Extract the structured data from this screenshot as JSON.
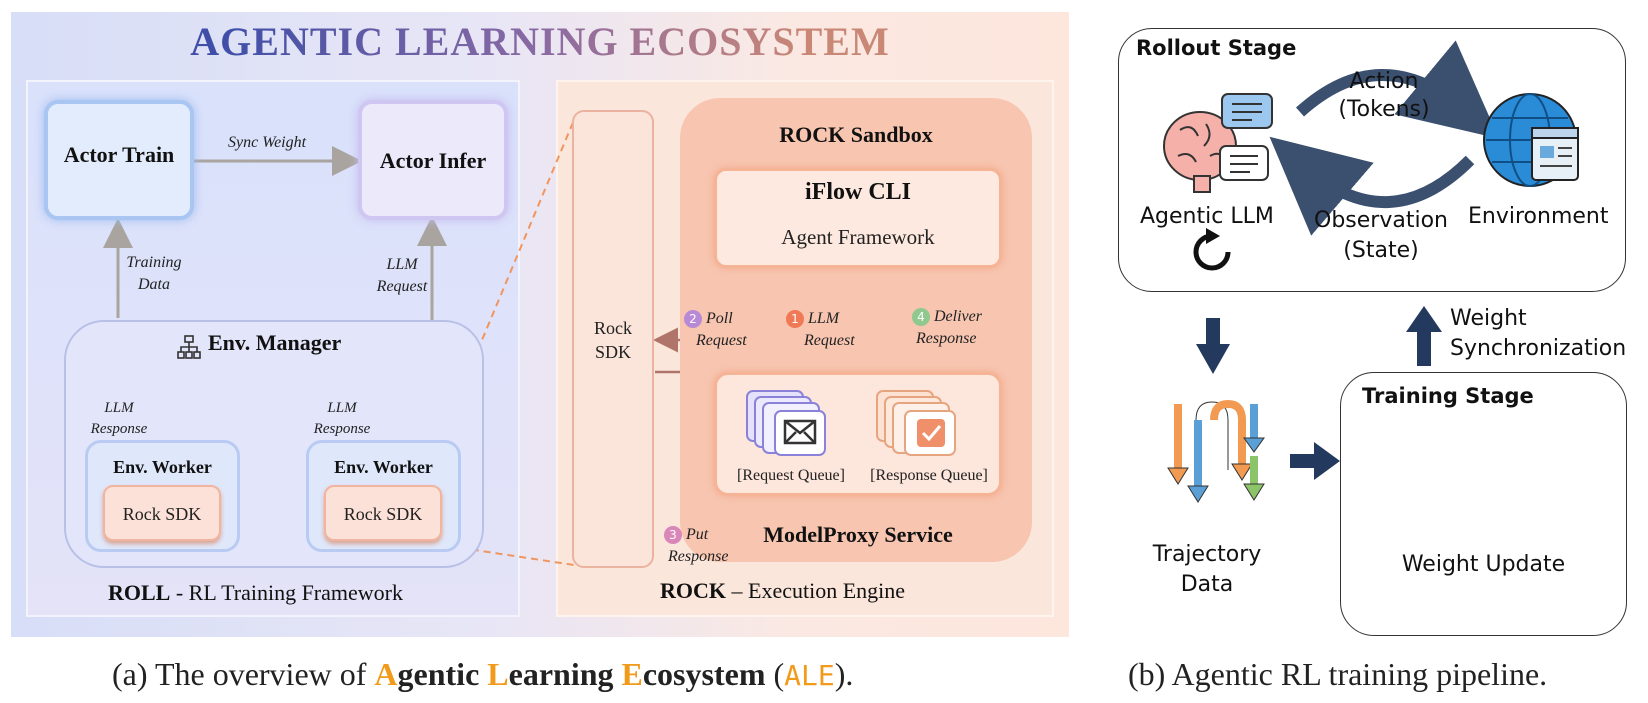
{
  "panel_a": {
    "title": "AGENTIC LEARNING ECOSYSTEM",
    "roll": {
      "actor_train": "Actor Train",
      "actor_infer": "Actor Infer",
      "sync_weight": "Sync Weight",
      "training_data_1": "Training",
      "training_data_2": "Data",
      "llm_request_1": "LLM",
      "llm_request_2": "Request",
      "env_manager": "Env. Manager",
      "llm_response_1": "LLM",
      "llm_response_2": "Response",
      "env_worker": "Env. Worker",
      "rock_sdk": "Rock SDK",
      "footer_bold": "ROLL",
      "footer_rest": " - RL Training Framework"
    },
    "rock": {
      "rock_sdk_1": "Rock",
      "rock_sdk_2": "SDK",
      "sandbox_title": "ROCK Sandbox",
      "iflow_title": "iFlow CLI",
      "iflow_sub": "Agent Framework",
      "step1_num": "1",
      "step1_a": "LLM",
      "step1_b": "Request",
      "step2_num": "2",
      "step2_a": "Poll",
      "step2_b": "Request",
      "step3_num": "3",
      "step3_a": "Put",
      "step3_b": "Response",
      "step4_num": "4",
      "step4_a": "Deliver",
      "step4_b": "Response",
      "request_queue": "[Request Queue]",
      "response_queue": "[Response Queue]",
      "modelproxy": "ModelProxy Service",
      "footer_bold": "ROCK",
      "footer_rest": " – Execution Engine"
    },
    "caption": {
      "pre": "(a) The overview of ",
      "a": "A",
      "gentic": "gentic ",
      "l": "L",
      "earning": "earning ",
      "e": "E",
      "cosystem": "cosystem",
      "open": " (",
      "ale": "ALE",
      "close": ")."
    }
  },
  "panel_b": {
    "rollout_stage": "Rollout Stage",
    "action_1": "Action",
    "action_2": "(Tokens)",
    "agentic_llm": "Agentic LLM",
    "observation_1": "Observation",
    "observation_2": "(State)",
    "environment": "Environment",
    "weight_sync_1": "Weight",
    "weight_sync_2": "Synchronization",
    "trajectory_1": "Trajectory",
    "trajectory_2": "Data",
    "training_stage": "Training Stage",
    "weight_update": "Weight Update",
    "caption": "(b) Agentic RL training pipeline."
  },
  "colors": {
    "accent_orange": "#f29a1a",
    "step1": "#f07a55",
    "step2": "#b88ad6",
    "step3": "#d986b8",
    "step4": "#8fc98e",
    "navy": "#24395e"
  }
}
